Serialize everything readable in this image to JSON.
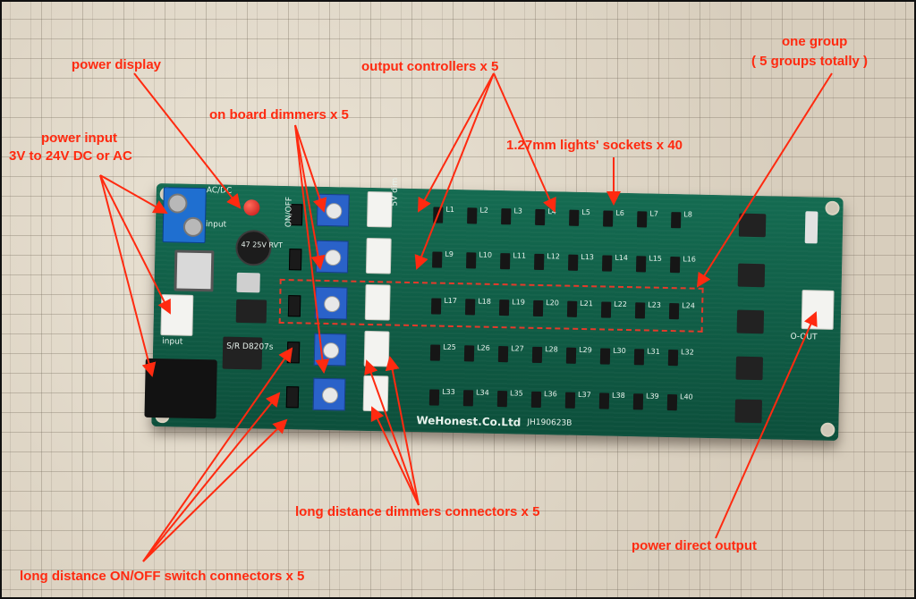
{
  "labels": {
    "power_display": "power display",
    "power_input_l1": "power input",
    "power_input_l2": "3V to 24V  DC or AC",
    "output_controllers": "output controllers x 5",
    "one_group_l1": "one group",
    "one_group_l2": "( 5 groups totally )",
    "on_board_dimmers": "on board dimmers x 5",
    "light_sockets": "1.27mm lights' sockets x 40",
    "long_distance_dimmers": "long distance dimmers connectors x 5",
    "power_direct_output": "power direct output",
    "long_distance_switch": "long distance ON/OFF switch connectors x 5"
  },
  "board": {
    "maker": "WeHonest.Co.Ltd",
    "part_no": "JH190623B",
    "ac_dc": "AC/DC",
    "input": "input",
    "input_short": "input",
    "cap_text": "47 25V RVT",
    "chip_text": "S/R D8207s",
    "onoff": "ON/OFF",
    "out": "O-OUT",
    "v_dim": "5V dim",
    "socket_labels": [
      "L1",
      "L2",
      "L3",
      "L4",
      "L5",
      "L6",
      "L7",
      "L8",
      "L9",
      "L10",
      "L11",
      "L12",
      "L13",
      "L14",
      "L15",
      "L16",
      "L17",
      "L18",
      "L19",
      "L20",
      "L21",
      "L22",
      "L23",
      "L24",
      "L25",
      "L26",
      "L27",
      "L28",
      "L29",
      "L30",
      "L31",
      "L32",
      "L33",
      "L34",
      "L35",
      "L36",
      "L37",
      "L38",
      "L39",
      "L40"
    ]
  },
  "colors": {
    "annotation": "#ff2a10",
    "pcb": "#0f5a44",
    "wall": "#dcd3c3"
  }
}
